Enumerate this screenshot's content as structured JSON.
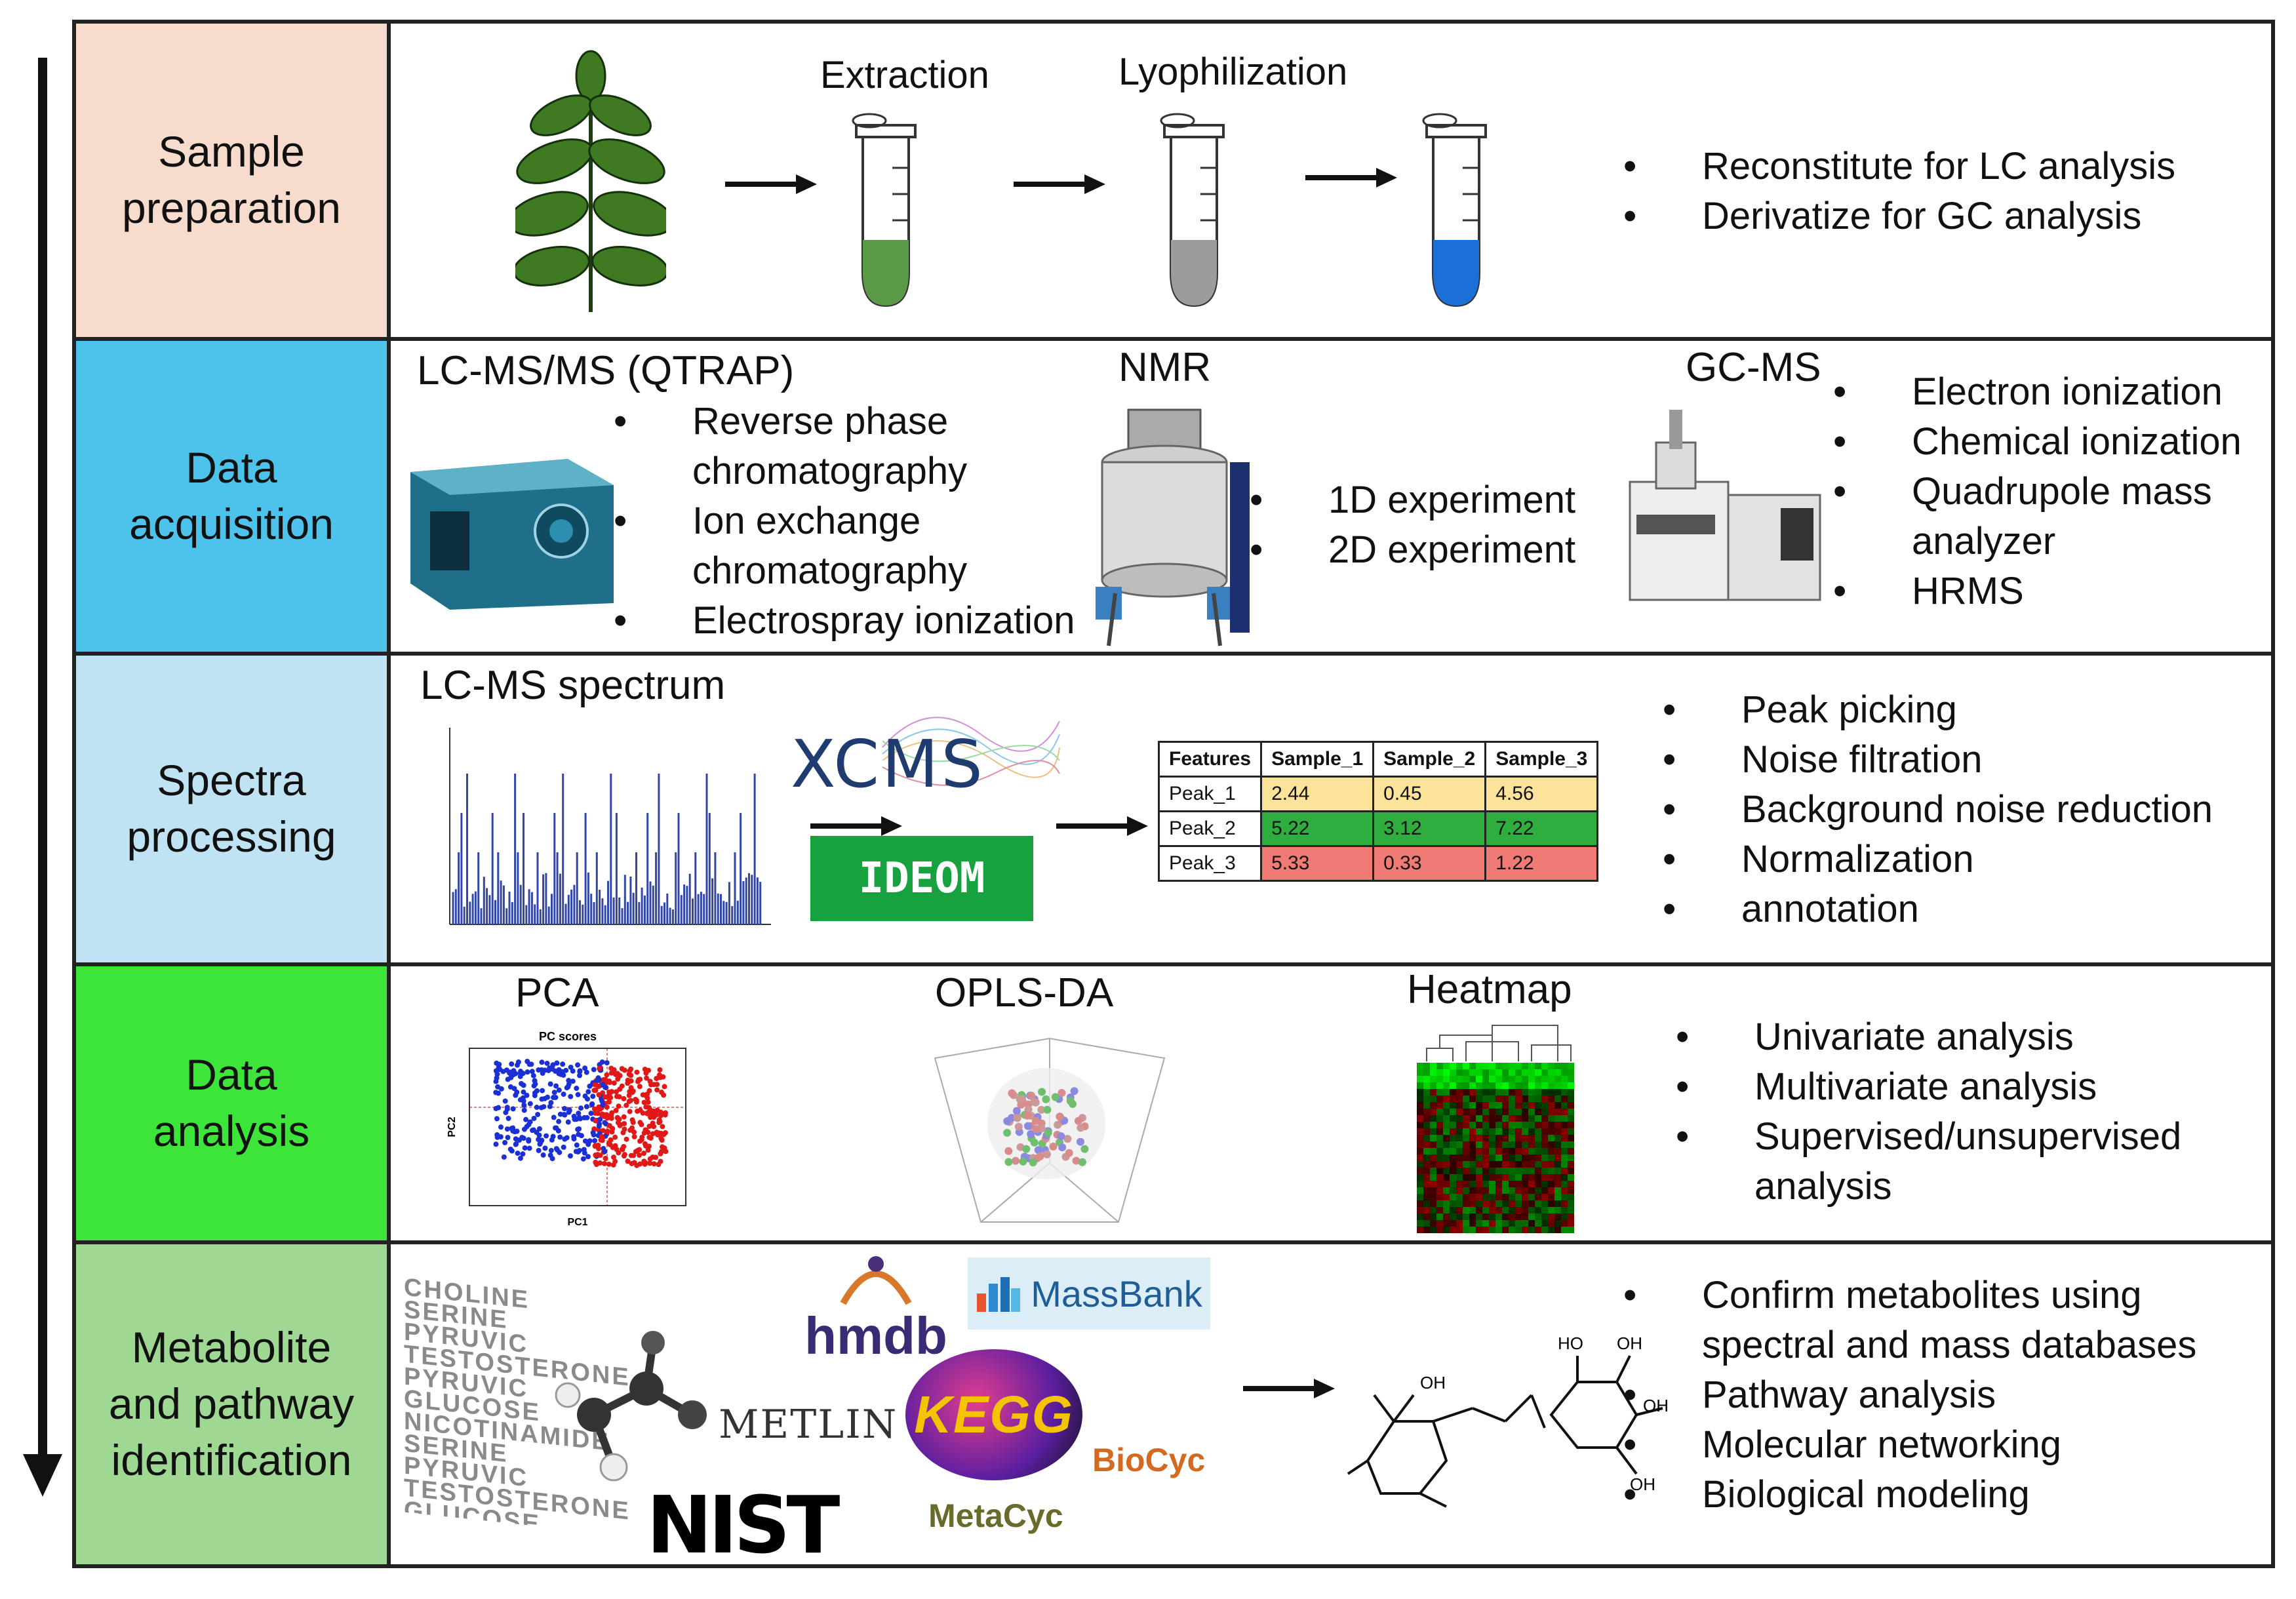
{
  "stages": [
    {
      "label": "Sample\npreparation",
      "bg": "#f7dccd"
    },
    {
      "label": "Data\nacquisition",
      "bg": "#4dc3ec"
    },
    {
      "label": "Spectra\nprocessing",
      "bg": "#bfe3f2"
    },
    {
      "label": "Data\nanalysis",
      "bg": "#3de43a"
    },
    {
      "label": "Metabolite\nand pathway\nidentification",
      "bg": "#9fd892"
    }
  ],
  "prep": {
    "extraction": "Extraction",
    "lyophilization": "Lyophilization",
    "bullets": [
      "Reconstitute for LC analysis",
      "Derivatize for GC analysis"
    ]
  },
  "acq": {
    "lcms_title": "LC-MS/MS (QTRAP)",
    "lcms_bullets": [
      "Reverse phase\nchromatography",
      "Ion exchange\nchromatography",
      "Electrospray ionization"
    ],
    "nmr_title": "NMR",
    "nmr_bullets": [
      "1D experiment",
      "2D experiment"
    ],
    "gcms_title": "GC-MS",
    "gcms_bullets": [
      "Electron ionization",
      "Chemical ionization",
      "Quadrupole mass\nanalyzer",
      "HRMS"
    ]
  },
  "spec": {
    "title": "LC-MS spectrum",
    "xcms": "XCMS",
    "ideom": "IDEOM",
    "table": {
      "headers": [
        "Features",
        "Sample_1",
        "Sample_2",
        "Sample_3"
      ],
      "rows": [
        {
          "cells": [
            "Peak_1",
            "2.44",
            "0.45",
            "4.56"
          ],
          "color": "#fbe39a"
        },
        {
          "cells": [
            "Peak_2",
            "5.22",
            "3.12",
            "7.22"
          ],
          "color": "#2fae3f"
        },
        {
          "cells": [
            "Peak_3",
            "5.33",
            "0.33",
            "1.22"
          ],
          "color": "#f07a74"
        }
      ]
    },
    "bullets": [
      "Peak picking",
      "Noise filtration",
      "Background noise reduction",
      "Normalization",
      "annotation"
    ]
  },
  "analysis": {
    "pca_title": "PCA",
    "pca_plot_title": "PC scores",
    "pca_xlabel": "PC1",
    "pca_ylabel": "PC2",
    "opls_title": "OPLS-DA",
    "heatmap_title": "Heatmap",
    "bullets": [
      "Univariate analysis",
      "Multivariate analysis",
      "Supervised/unsupervised\nanalysis"
    ]
  },
  "ident": {
    "hmdb": "hmdb",
    "massbank": "MassBank",
    "kegg": "KEGG",
    "metlin": "METLIN",
    "nist": "NIST",
    "biocyc": "BioCyc",
    "metacyc": "MetaCyc",
    "word_cloud": [
      "CHOLINE",
      "SERINE",
      "PYRUVIC",
      "TESTOSTERONE",
      "PYRUVIC",
      "GLUCOSE",
      "NICOTINAMIDE",
      "SERINE",
      "PYRUVIC",
      "TESTOSTERONE",
      "GLUCOSE",
      "NICOTINAMIDE",
      "SERINE"
    ],
    "oh1": "OH",
    "oh2": "OH",
    "oh3": "HO",
    "oh4": "OH",
    "oh5": "OH",
    "bullets": [
      "Confirm metabolites using\nspectral and mass databases",
      "Pathway analysis",
      "Molecular networking",
      "Biological modeling"
    ]
  }
}
